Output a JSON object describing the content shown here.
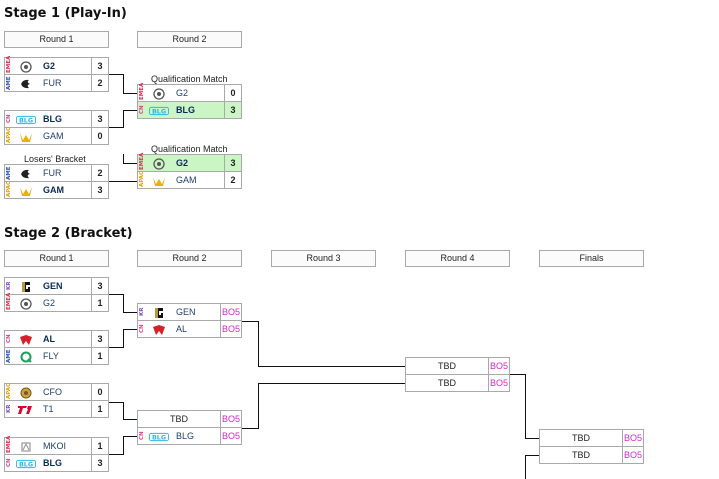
{
  "stage1": {
    "title": "Stage 1 (Play-In)",
    "round_headers": [
      "Round 1",
      "Round 2"
    ],
    "captions": {
      "qual1": "Qualification Match",
      "losers": "Losers' Bracket",
      "qual2": "Qualification Match"
    },
    "matches": [
      {
        "teams": [
          {
            "region": "EMEA",
            "logo": "g2-logo",
            "name": "G2",
            "score": "3",
            "bold": true
          },
          {
            "region": "AME",
            "logo": "fur-logo",
            "name": "FUR",
            "score": "2",
            "bold": false
          }
        ]
      },
      {
        "teams": [
          {
            "region": "CN",
            "logo": "blg-logo",
            "name": "BLG",
            "score": "3",
            "bold": true
          },
          {
            "region": "APAC",
            "logo": "gam-logo",
            "name": "GAM",
            "score": "0",
            "bold": false
          }
        ]
      },
      {
        "teams": [
          {
            "region": "AME",
            "logo": "fur-logo",
            "name": "FUR",
            "score": "2",
            "bold": false
          },
          {
            "region": "APAC",
            "logo": "gam-logo",
            "name": "GAM",
            "score": "3",
            "bold": true
          }
        ]
      },
      {
        "teams": [
          {
            "region": "EMEA",
            "logo": "g2-logo",
            "name": "G2",
            "score": "0",
            "win": false
          },
          {
            "region": "CN",
            "logo": "blg-logo",
            "name": "BLG",
            "score": "3",
            "win": true
          }
        ]
      },
      {
        "teams": [
          {
            "region": "EMEA",
            "logo": "g2-logo",
            "name": "G2",
            "score": "3",
            "win": true
          },
          {
            "region": "APAC",
            "logo": "gam-logo",
            "name": "GAM",
            "score": "2",
            "win": false
          }
        ]
      }
    ]
  },
  "stage2": {
    "title": "Stage 2 (Bracket)",
    "round_headers": [
      "Round 1",
      "Round 2",
      "Round 3",
      "Round 4",
      "Finals"
    ],
    "r1": [
      {
        "teams": [
          {
            "region": "KR",
            "logo": "gen-logo",
            "name": "GEN",
            "score": "3",
            "bold": true
          },
          {
            "region": "EMEA",
            "logo": "g2-logo",
            "name": "G2",
            "score": "1",
            "bold": false
          }
        ]
      },
      {
        "teams": [
          {
            "region": "CN",
            "logo": "al-logo",
            "name": "AL",
            "score": "3",
            "bold": true
          },
          {
            "region": "AME",
            "logo": "fly-logo",
            "name": "FLY",
            "score": "1",
            "bold": false
          }
        ]
      },
      {
        "teams": [
          {
            "region": "APAC",
            "logo": "cfo-logo",
            "name": "CFO",
            "score": "0",
            "bold": false
          },
          {
            "region": "KR",
            "logo": "t1-logo",
            "name": "T1",
            "score": "1",
            "bold": false
          }
        ]
      },
      {
        "teams": [
          {
            "region": "EMEA",
            "logo": "mkoi-logo",
            "name": "MKOI",
            "score": "1",
            "bold": false
          },
          {
            "region": "CN",
            "logo": "blg-logo",
            "name": "BLG",
            "score": "3",
            "bold": true
          }
        ]
      }
    ],
    "r2": [
      {
        "teams": [
          {
            "region": "KR",
            "logo": "gen-logo",
            "name": "GEN",
            "score": "BO5"
          },
          {
            "region": "CN",
            "logo": "al-logo",
            "name": "AL",
            "score": "BO5"
          }
        ]
      },
      {
        "teams": [
          {
            "name": "TBD",
            "score": "BO5"
          },
          {
            "region": "CN",
            "logo": "blg-logo",
            "name": "BLG",
            "score": "BO5"
          }
        ]
      }
    ],
    "r4": {
      "teams": [
        {
          "name": "TBD",
          "score": "BO5"
        },
        {
          "name": "TBD",
          "score": "BO5"
        }
      ]
    },
    "finals": {
      "teams": [
        {
          "name": "TBD",
          "score": "BO5"
        },
        {
          "name": "TBD",
          "score": "BO5"
        }
      ]
    }
  },
  "colors": {
    "winner_bg": "#ccf5c6",
    "bo5": "#d428c8",
    "team_text": "#1f3f66",
    "region_kr": "#7a48c9",
    "region_emea": "#e0284f",
    "region_ame": "#2e4fb8",
    "region_cn": "#e23c8a",
    "region_apac": "#e0a100"
  }
}
